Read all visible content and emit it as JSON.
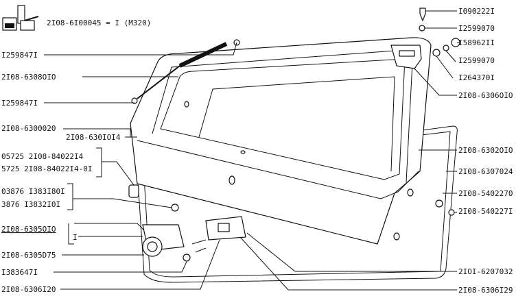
{
  "header": {
    "kit_label": "2I08-6I00045 = I (M320)",
    "kit_icon": "parts-kit-icon"
  },
  "labels_left": [
    "I259847I",
    "2I08-6308OIO",
    "I259847I",
    "2I08-6300020",
    "2I08-630IOI4",
    "05725 2I08-84022I4",
    "5725 2I08-84022I4-0I",
    "03876 I383I80I",
    "3876  I3832I0I",
    "2I08-6305OIO",
    "I",
    "2I08-6305D75",
    "I383647I",
    "2I08-6306I20"
  ],
  "labels_right": [
    "I090222I",
    "I2599070",
    "I58962II",
    "I2599070",
    "I264370I",
    "2I08-6306OIO",
    "2I08-6302OIO",
    "2I08-6307024",
    "2I08-5402270",
    "2I08-540227I",
    "2IOI-6207032",
    "2I08-6306I29"
  ]
}
